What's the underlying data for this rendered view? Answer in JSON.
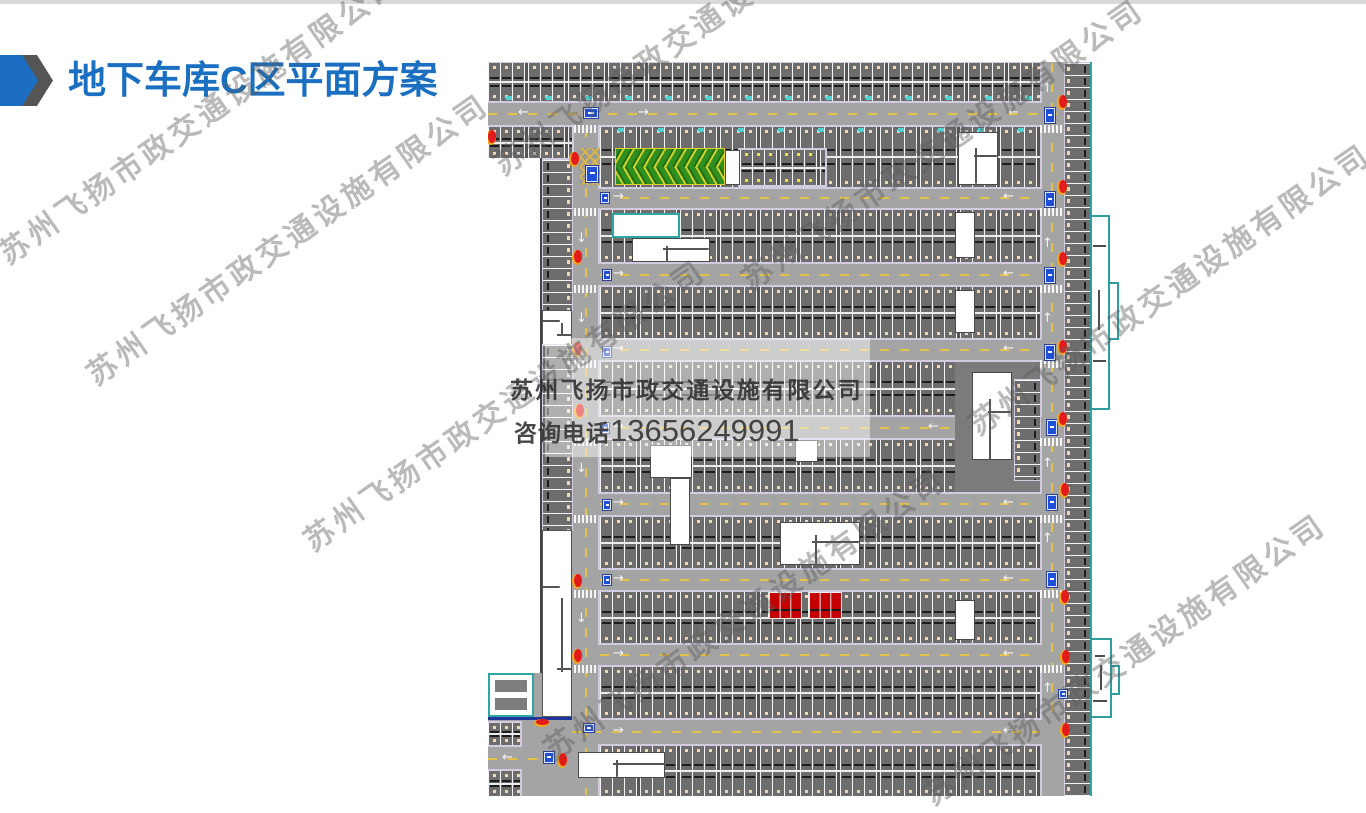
{
  "slide": {
    "background_color": "#ffffff",
    "top_bar_color": "#d9d9d9"
  },
  "header": {
    "title": "地下车库C区平面方案",
    "title_color": "#1a6fc0",
    "chevron_color": "#1b6ec2",
    "chevron_shadow_color": "#555555"
  },
  "floor_plan": {
    "colors": {
      "driveway": "#a4a4a4",
      "parking_stall": "#6d6d6d",
      "stall_line": "#f4f4f4",
      "lane_centerline": "#e2c24a",
      "ramp": "#2f8f1f",
      "ramp_chevron": "#cfd02a",
      "highlighted_stalls": "#c40000",
      "parking_sign": "#1f4fd6",
      "fire_hydrant": "#e41b1b",
      "boundary": "#2ea6a6",
      "core_area": "#ffffff"
    },
    "highlighted_stall_groups": [
      {
        "stalls": 3
      },
      {
        "stalls": 3
      }
    ]
  },
  "watermark": {
    "text": "苏州飞扬市政交通设施有限公司",
    "color": "#b4b4b4"
  },
  "contact_overlay": {
    "company": "苏州飞扬市政交通设施有限公司",
    "phone_label": "咨询电话",
    "phone_number": "13656249991"
  }
}
